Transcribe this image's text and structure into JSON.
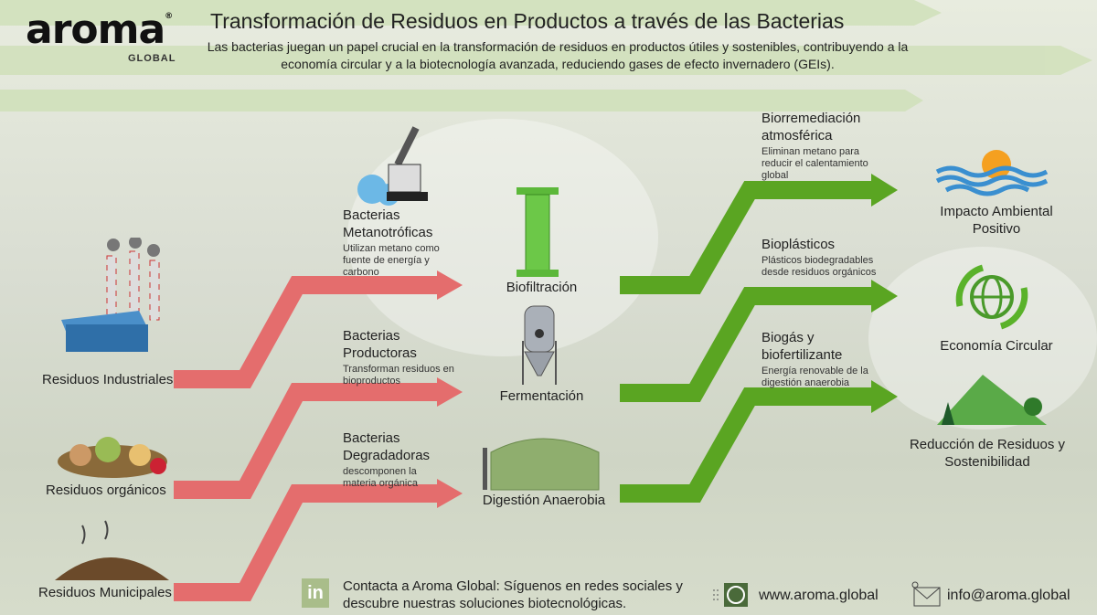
{
  "brand": {
    "logo_text": "aroma",
    "logo_sub": "GLOBAL",
    "registered": "®"
  },
  "header": {
    "title": "Transformación de Residuos en Productos a través de las Bacterias",
    "subtitle": "Las bacterias juegan un papel crucial en la transformación de residuos en productos útiles y sostenibles, contribuyendo a la economía circular y a la biotecnología avanzada, reduciendo gases de efecto invernadero (GEIs)."
  },
  "sources": [
    {
      "label": "Residuos Industriales",
      "icon": "factory-icon"
    },
    {
      "label": "Residuos orgánicos",
      "icon": "organic-waste-icon"
    },
    {
      "label": "Residuos Municipales",
      "icon": "landfill-icon"
    }
  ],
  "bacteria": [
    {
      "title": "Bacterias Metanotróficas",
      "desc": "Utilizan metano como fuente de energía y carbono"
    },
    {
      "title": "Bacterias Productoras",
      "desc": "Transforman residuos en bioproductos"
    },
    {
      "title": "Bacterias Degradadoras",
      "desc": "descomponen la materia orgánica"
    }
  ],
  "processes": [
    {
      "label": "Biofiltración",
      "icon": "biofilter-icon"
    },
    {
      "label": "Fermentación",
      "icon": "fermenter-icon"
    },
    {
      "label": "Digestión Anaerobia",
      "icon": "digester-icon"
    }
  ],
  "products": [
    {
      "title": "Biorremediación atmosférica",
      "desc": "Eliminan metano para reducir el calentamiento global"
    },
    {
      "title": "Bioplásticos",
      "desc": "Plásticos biodegradables desde residuos orgánicos"
    },
    {
      "title": "Biogás y biofertilizante",
      "desc": "Energía renovable de la digestión anaerobia"
    }
  ],
  "outcomes": [
    {
      "label": "Impacto Ambiental Positivo",
      "icon": "sea-sun-icon"
    },
    {
      "label": "Economía Circular",
      "icon": "globe-recycle-icon"
    },
    {
      "label": "Reducción de Residuos y Sostenibilidad",
      "icon": "mountain-trees-icon"
    }
  ],
  "footer": {
    "linkedin": "in",
    "contact": "Contacta a Aroma Global: Síguenos en redes sociales y descubre nuestras soluciones biotecnológicas.",
    "website": "www.aroma.global",
    "email": "info@aroma.global"
  },
  "colors": {
    "input_arrow": "#e46d6d",
    "output_arrow": "#5aa522",
    "background": "#dde2d5"
  }
}
